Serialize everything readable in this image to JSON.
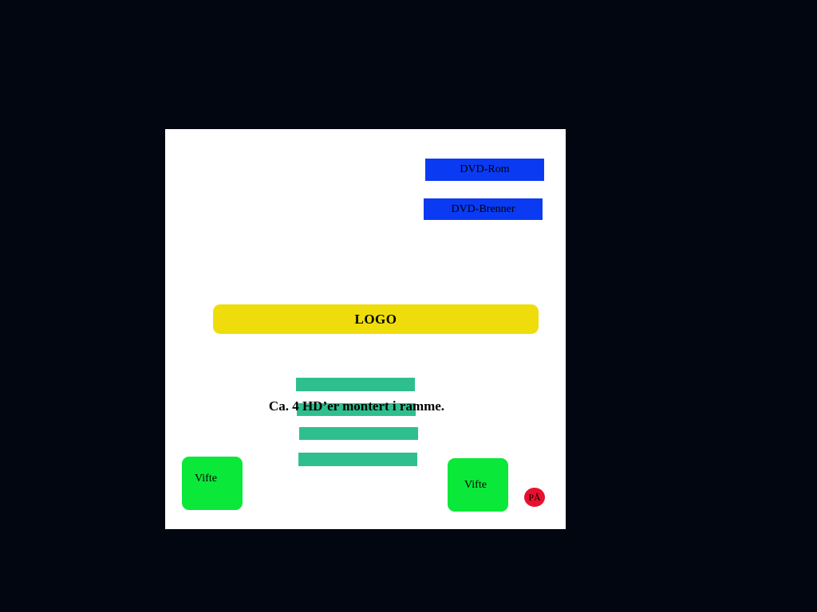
{
  "front_panel": {
    "dvd_rom_label": "DVD-Rom",
    "dvd_burner_label": "DVD-Brenner",
    "logo_label": "LOGO",
    "hard_drives_caption": "Ca. 4 HD’er montert i ramme.",
    "fan_left_label": "Vifte",
    "fan_right_label": "Vifte",
    "power_button_label": "PÅ"
  },
  "colors": {
    "background": "#020611",
    "panel": "#ffffff",
    "dvd": "#0a3af2",
    "logo": "#eedd0a",
    "hard_drive": "#2fbf8f",
    "fan": "#0ae83a",
    "power": "#e8102e"
  }
}
